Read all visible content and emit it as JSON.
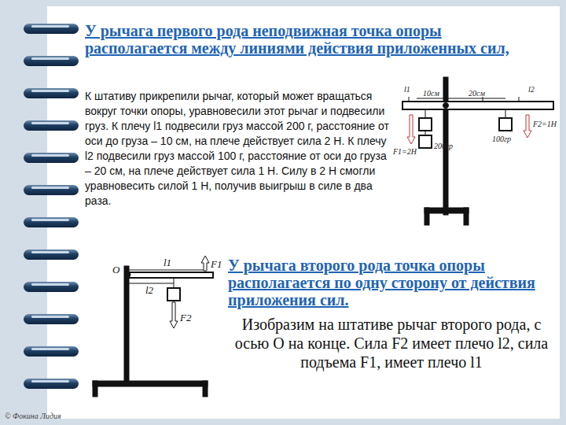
{
  "diagram": {
    "title": "У рычага первого рода неподвижная точка опоры располагается между линиями действия приложенных сил,",
    "labels": [
      "К штативу прикрепили рычаг, который может вращаться вокруг точки опоры, уравновесили этот рычаг и подвесили груз. К плечу l1 подвесили груз массой 200 г, расстояние от оси до груза – 10 см, на плече действует сила 2 Н. К плечу l2 подвесили груз массой 100 г, расстояние от оси до груза – 20 см, на плече действует сила 1 Н. Силу в 2 Н смогли уравновесить силой 1 Н, получив выигрыш в силе в два раза.",
      "У рычага второго рода точка опоры располагается по одну сторону от действия приложения сил.",
      "Изобразим на штативе рычаг второго рода, с осью О на конце. Сила F2 имеет плечо l2, сила подъема F1, имеет плечо l1",
      "l1",
      "10см",
      "20см",
      "l2",
      "F1=2H",
      "F2=1H",
      "100гр",
      "200гр",
      "O",
      "l1",
      "l2",
      "F1",
      "F2",
      "© Фокина Лидия"
    ]
  }
}
